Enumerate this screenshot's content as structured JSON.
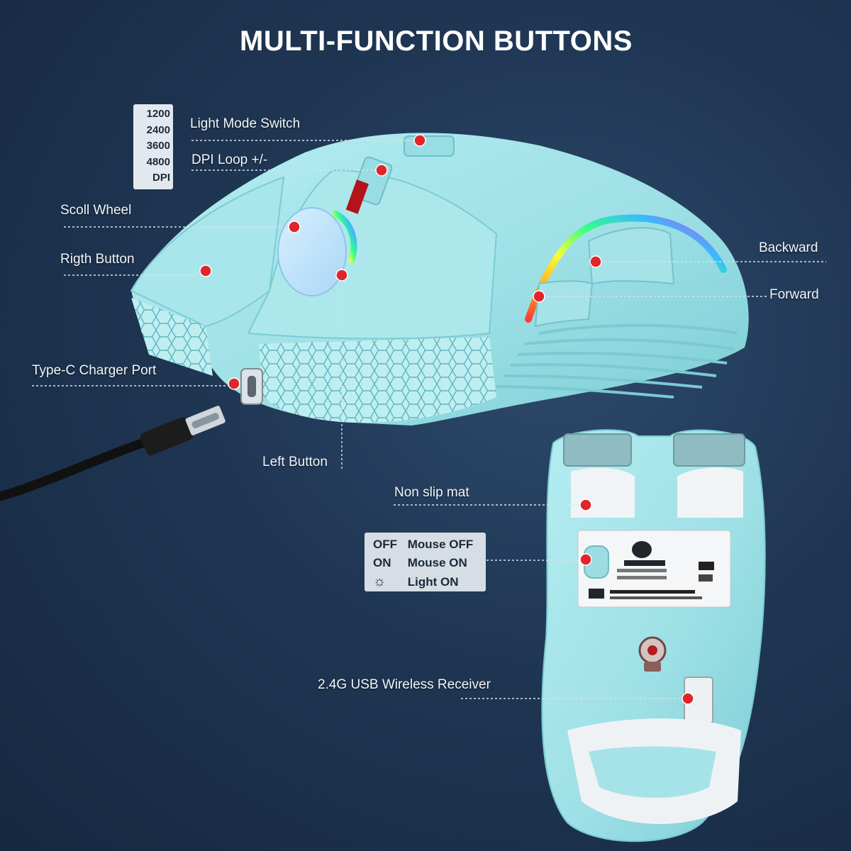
{
  "title": "MULTI-FUNCTION BUTTONS",
  "dpi_values": [
    "1200",
    "2400",
    "3600",
    "4800",
    "DPI"
  ],
  "labels": {
    "light_mode_switch": "Light Mode Switch",
    "dpi_loop": "DPI Loop +/-",
    "scroll_wheel": "Scoll Wheel",
    "right_button": "Rigth Button",
    "type_c_port": "Type-C  Charger Port",
    "left_button": "Left Button",
    "backward": "Backward",
    "forward": "Forward",
    "non_slip_mat": "Non slip mat",
    "usb_receiver": "2.4G USB Wireless Receiver"
  },
  "power_switch": [
    {
      "key": "OFF",
      "value": "Mouse OFF"
    },
    {
      "key": "ON",
      "value": "Mouse ON"
    },
    {
      "key": "sun-icon",
      "value": "Light ON"
    }
  ],
  "colors": {
    "background": "#1f3653",
    "mouse_body": "#9fe0e6",
    "marker": "#e0262b"
  }
}
